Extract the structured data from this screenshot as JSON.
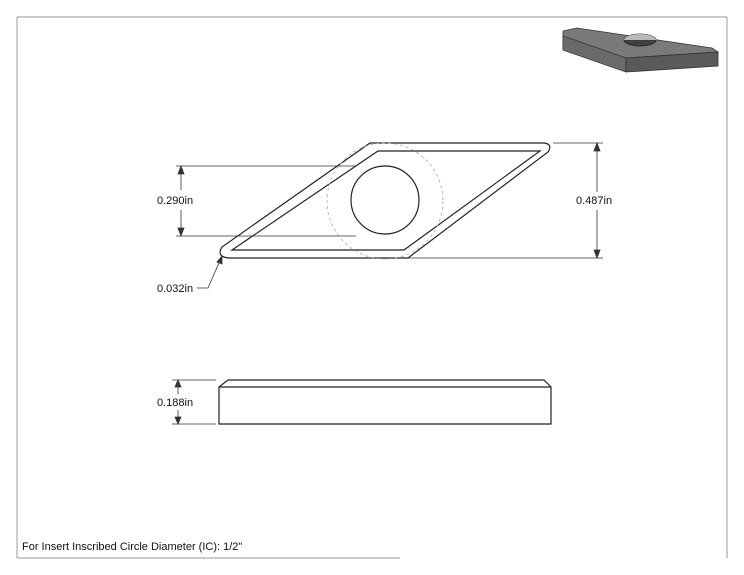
{
  "dimensions": {
    "hole_width": "0.290in",
    "overall_width": "0.487in",
    "corner_radius": "0.032in",
    "thickness": "0.188in"
  },
  "note": "For Insert Inscribed Circle Diameter (IC): 1/2\"",
  "colors": {
    "line": "#222222",
    "frame": "#9a9a9a",
    "insert_top": "#6e6e6e",
    "insert_side": "#4d4d4d",
    "insert_hole": "#3a3a3a"
  }
}
